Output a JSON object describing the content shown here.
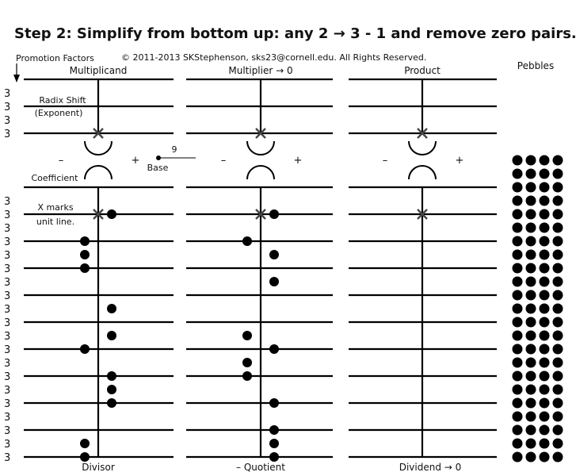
{
  "title": "Step 2: Simplify from bottom up: any 2 → 3 - 1 and remove zero pairs.",
  "copyright": "© 2011-2013 SKStephenson, sks23@cornell.edu. All Rights Reserved.",
  "labels": {
    "promotion_factors": "Promotion Factors",
    "radix_shift": "Radix Shift",
    "exponent": "(Exponent)",
    "coefficient": "Coefficient",
    "x_marks": "X marks",
    "unit_line": "unit line.",
    "base": "Base",
    "base_value": "9",
    "pebbles": "Pebbles",
    "minus": "–",
    "plus": "+"
  },
  "columns": [
    {
      "header": "Multiplicand",
      "footer": "Divisor"
    },
    {
      "header": "Multiplier → 0",
      "footer": "– Quotient"
    },
    {
      "header": "Product",
      "footer": "Dividend → 0"
    }
  ],
  "promotion_factors_upper": [
    "3",
    "3",
    "3",
    "3"
  ],
  "promotion_factors_lower": [
    "3",
    "3",
    "3",
    "3",
    "3",
    "3",
    "3",
    "3",
    "3",
    "3",
    "3",
    "3",
    "3",
    "3",
    "3",
    "3",
    "3",
    "3",
    "3",
    "3"
  ],
  "pebble_rows": 23,
  "pebble_cols": 4,
  "beads": [
    [
      {
        "row": 2,
        "side": "right"
      },
      {
        "row": 4,
        "side": "left"
      },
      {
        "row": 5,
        "side": "left"
      },
      {
        "row": 6,
        "side": "left"
      },
      {
        "row": 9,
        "side": "right"
      },
      {
        "row": 11,
        "side": "right"
      },
      {
        "row": 12,
        "side": "left"
      },
      {
        "row": 14,
        "side": "right"
      },
      {
        "row": 15,
        "side": "right"
      },
      {
        "row": 16,
        "side": "right"
      },
      {
        "row": 19,
        "side": "left"
      },
      {
        "row": 20,
        "side": "left"
      }
    ],
    [
      {
        "row": 2,
        "side": "right"
      },
      {
        "row": 4,
        "side": "left"
      },
      {
        "row": 5,
        "side": "right"
      },
      {
        "row": 7,
        "side": "right"
      },
      {
        "row": 11,
        "side": "left"
      },
      {
        "row": 12,
        "side": "right"
      },
      {
        "row": 13,
        "side": "left"
      },
      {
        "row": 14,
        "side": "left"
      },
      {
        "row": 16,
        "side": "right"
      },
      {
        "row": 18,
        "side": "right"
      },
      {
        "row": 19,
        "side": "right"
      },
      {
        "row": 20,
        "side": "right"
      }
    ],
    []
  ]
}
